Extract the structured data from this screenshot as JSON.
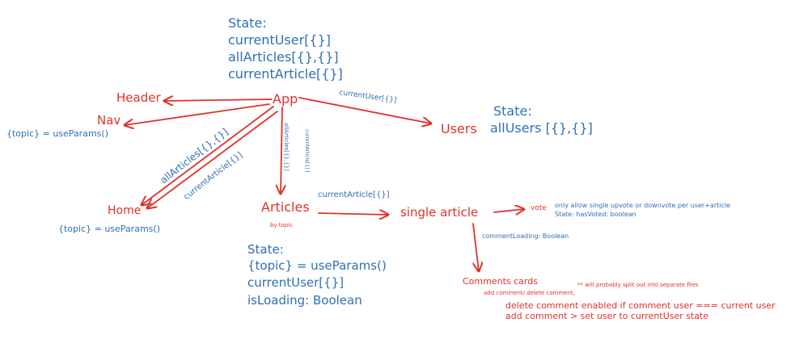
{
  "colors": {
    "red": "#e0312b",
    "blue": "#2f6fb5"
  },
  "app_state": {
    "label": "State:",
    "current_user": "currentUser[{}]",
    "all_articles": "allArticles[{},{}]",
    "current_article": "currentArticle[{}]"
  },
  "nodes": {
    "app": "App",
    "header": "Header",
    "nav": "Nav",
    "home": "Home",
    "articles": "Articles",
    "single_article": "single article",
    "users": "Users",
    "vote": "vote",
    "comments_cards": "Comments cards"
  },
  "nav_params": "{topic} = useParams()",
  "home_params": "{topic} = useParams()",
  "users_state": {
    "label": "State:",
    "all_users": "allUsers [{},{}]"
  },
  "edges": {
    "app_to_users": "currentUser[{}]",
    "app_to_home_1": "allArticles[{},{}]",
    "app_to_home_2": "currentArticle[{}]",
    "app_to_articles_1": "allArticles[{},{}]",
    "app_to_articles_2": "currentArticle[{}]",
    "articles_to_single": "currentArticle[{}]",
    "single_to_comments": "commentLoading: Boolean"
  },
  "articles_note": "by topic",
  "articles_state": {
    "label": "State:",
    "params": "{topic} = useParams()",
    "current_user": "currentUser[{}]",
    "is_loading": "isLoading: Boolean"
  },
  "vote_note": {
    "line1": "only allow single upvote or downvote per user+article",
    "line2": "State: hasVoted: boolean"
  },
  "comments_notes": {
    "add_delete": "add comment/ delete comment,",
    "split": "** will probably split out into separate files",
    "delete_rule": "delete comment enabled if comment user === current user",
    "add_rule": "add comment > set user to currentUser state"
  }
}
